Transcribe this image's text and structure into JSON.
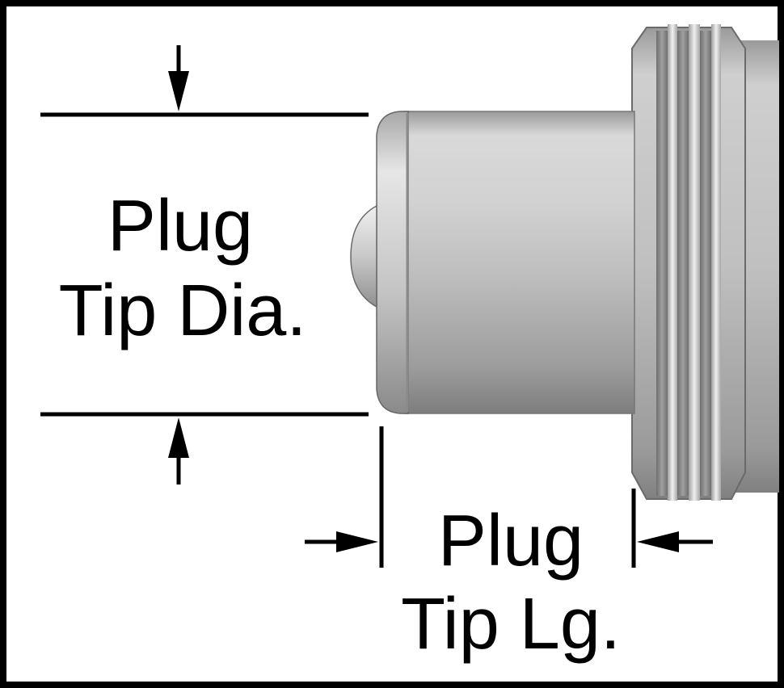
{
  "labels": {
    "diameter_line1": "Plug",
    "diameter_line2": "Tip Dia.",
    "length_line1": "Plug",
    "length_line2": "Tip Lg."
  },
  "icons": {
    "part": "quick-disconnect-plug-icon",
    "arrow_down": "arrow-down-icon",
    "arrow_up": "arrow-up-icon",
    "arrow_right": "arrow-right-icon",
    "arrow_left": "arrow-left-icon"
  },
  "colors": {
    "ink": "#000000",
    "background": "#ffffff",
    "metal_light": "#e2e2e2",
    "metal_mid": "#b5b5b5",
    "metal_dark": "#7a7a7a"
  }
}
